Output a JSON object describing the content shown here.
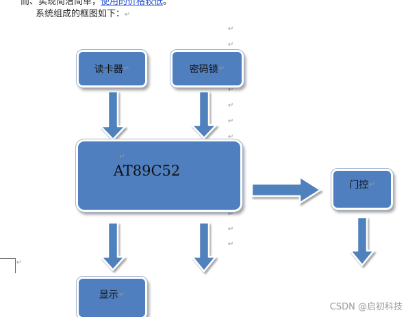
{
  "document": {
    "top_line_prefix": "而、实现简洁简单，",
    "top_line_link": "使用的价格较低",
    "top_line_suffix": "。",
    "intro": "系统组成的框图如下：",
    "paragraph_mark": "↵"
  },
  "diagram": {
    "card_reader": "读卡器",
    "keypad_lock": "密码锁",
    "mcu": "AT89C52",
    "door_control": "门控",
    "display": "显示"
  },
  "watermark": "CSDN @启初科技",
  "colors": {
    "block_fill": "#4f7fbf",
    "arrow_fill": "#4f81bd",
    "link": "#1f4fd6"
  }
}
